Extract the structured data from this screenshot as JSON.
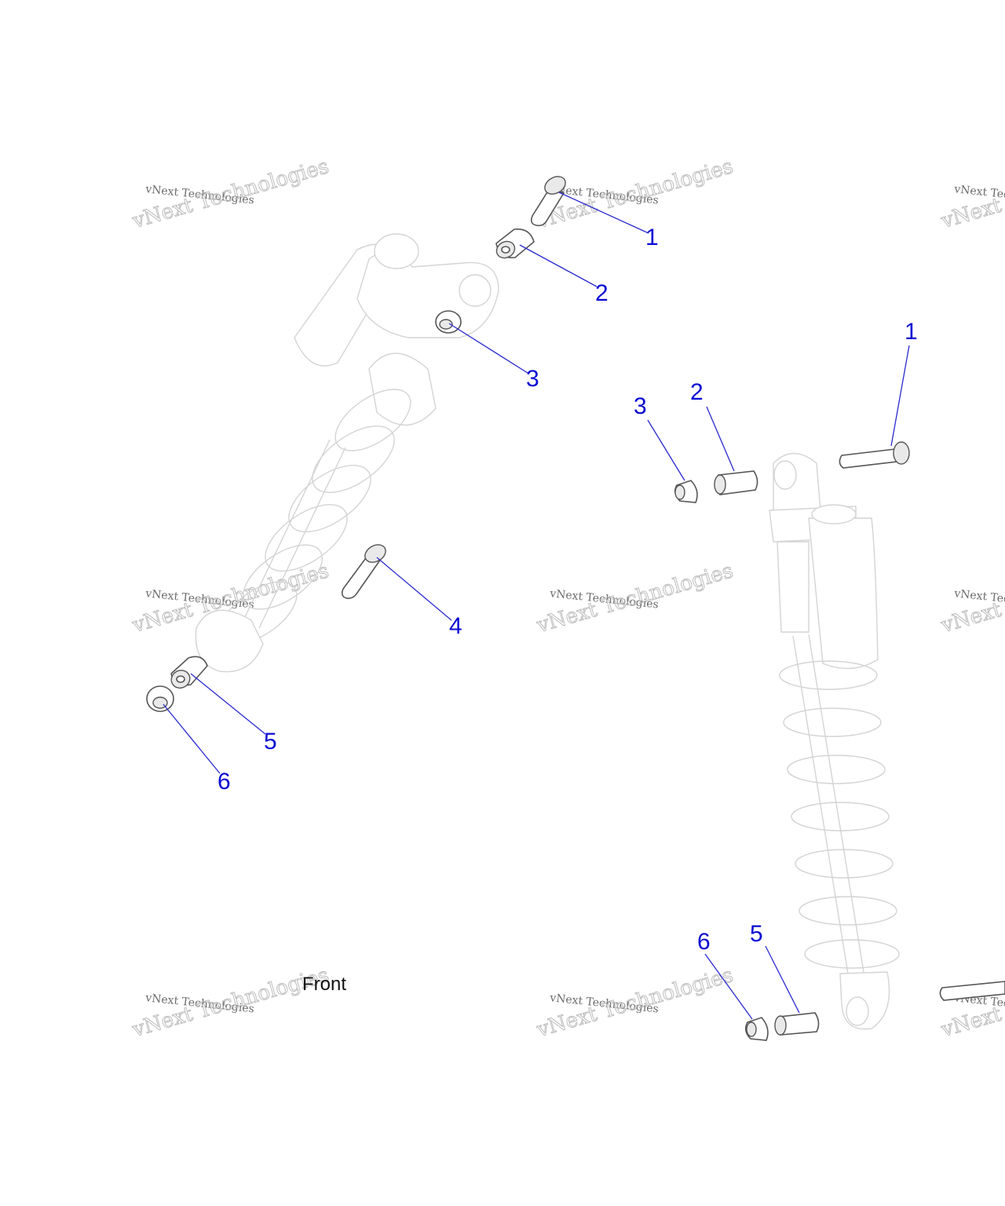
{
  "callouts": {
    "left": [
      {
        "id": "1",
        "text": "1"
      },
      {
        "id": "2",
        "text": "2"
      },
      {
        "id": "3",
        "text": "3"
      },
      {
        "id": "4",
        "text": "4"
      },
      {
        "id": "5",
        "text": "5"
      },
      {
        "id": "6",
        "text": "6"
      }
    ],
    "right": [
      {
        "id": "1",
        "text": "1"
      },
      {
        "id": "2",
        "text": "2"
      },
      {
        "id": "3",
        "text": "3"
      },
      {
        "id": "5",
        "text": "5"
      },
      {
        "id": "6",
        "text": "6"
      }
    ]
  },
  "front_label": "Front",
  "watermark": {
    "line_small": "vNext Technologies",
    "line_big": "vNext Technologies"
  },
  "colors": {
    "callout": "#0a0ad4",
    "leader": "#2a2ad0",
    "part_outline": "#555555",
    "ghost_outline": "#d4d4d4"
  }
}
